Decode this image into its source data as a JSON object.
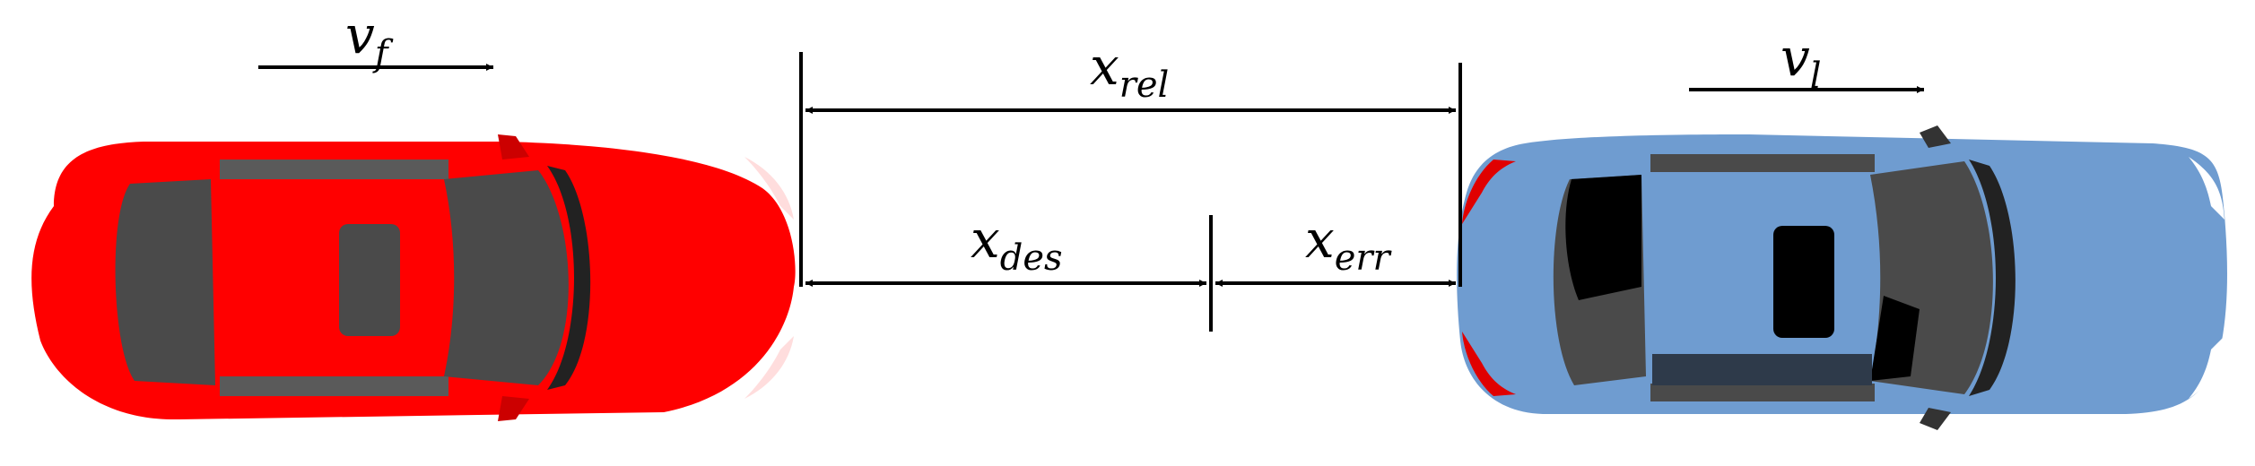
{
  "labels": {
    "follower_velocity": {
      "main": "v",
      "sub": "f"
    },
    "leader_velocity": {
      "main": "v",
      "sub": "l"
    },
    "relative_distance": {
      "main": "x",
      "sub": "rel"
    },
    "desired_distance": {
      "main": "x",
      "sub": "des"
    },
    "error_distance": {
      "main": "x",
      "sub": "err"
    }
  },
  "colors": {
    "follower_car": "#ff0000",
    "leader_car": "#6f9cd0",
    "car_glass": "#4a4a4a",
    "lines": "#000000"
  },
  "icons": {
    "follower_car": "red-car-top-view",
    "leader_car": "blue-car-top-view"
  }
}
